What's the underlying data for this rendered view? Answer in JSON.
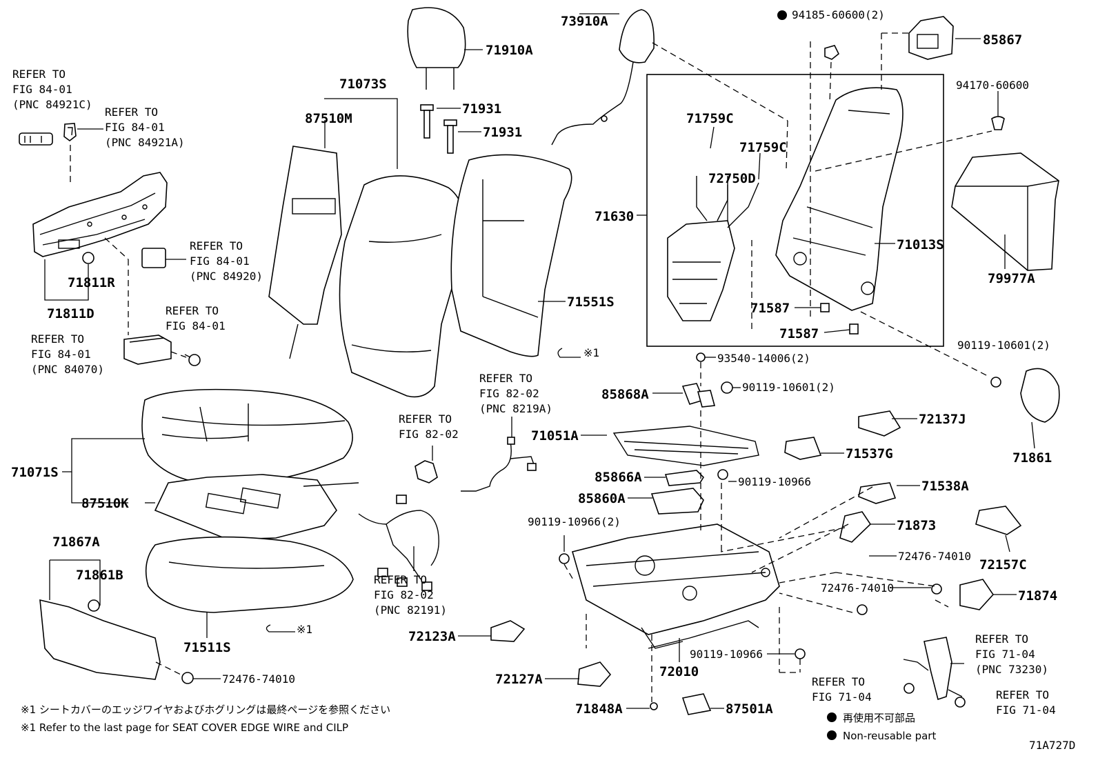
{
  "labels": {
    "refer_8401_84921c": [
      "REFER TO",
      "FIG 84-01",
      "(PNC 84921C)"
    ],
    "refer_8401_84921a": [
      "REFER TO",
      "FIG 84-01",
      "(PNC 84921A)"
    ],
    "refer_8401_84920": [
      "REFER TO",
      "FIG 84-01",
      "(PNC 84920)"
    ],
    "refer_8401_plain": [
      "REFER TO",
      "FIG 84-01"
    ],
    "refer_8401_84070": [
      "REFER TO",
      "FIG 84-01",
      "(PNC 84070)"
    ],
    "refer_8202_plain": [
      "REFER TO",
      "FIG 82-02"
    ],
    "refer_8202_8219a": [
      "REFER TO",
      "FIG 82-02",
      "(PNC 8219A)"
    ],
    "refer_8202_82191": [
      "REFER TO",
      "FIG 82-02",
      "(PNC 82191)"
    ],
    "refer_7104_73230": [
      "REFER TO",
      "FIG 71-04",
      "(PNC 73230)"
    ],
    "refer_7104_a": [
      "REFER TO",
      "FIG 71-04"
    ],
    "refer_7104_b": [
      "REFER TO",
      "FIG 71-04"
    ],
    "p71811R": "71811R",
    "p71811D": "71811D",
    "p71910A": "71910A",
    "p71931a": "71931",
    "p71931b": "71931",
    "p71073S": "71073S",
    "p87510M": "87510M",
    "p73910A": "73910A",
    "p94185": "94185-60600(2)",
    "p85867": "85867",
    "p94170": "94170-60600",
    "p71759C_a": "71759C",
    "p71759C_b": "71759C",
    "p72750D": "72750D",
    "p71630": "71630",
    "p71013S": "71013S",
    "p79977A": "79977A",
    "p71587_a": "71587",
    "p71587_b": "71587",
    "p71551S": "71551S",
    "p90119_2a": "90119-10601(2)",
    "p93540": "93540-14006(2)",
    "p90119_2b": "90119-10601(2)",
    "p85868A": "85868A",
    "p72137J": "72137J",
    "p71051A": "71051A",
    "p71537G": "71537G",
    "p71861": "71861",
    "p85866A": "85866A",
    "p90119_10966a": "90119-10966",
    "p85860A": "85860A",
    "p71538A": "71538A",
    "p71071S": "71071S",
    "p87510K": "87510K",
    "p90119_10966b": "90119-10966(2)",
    "p71873": "71873",
    "p72476_a": "72476-74010",
    "p72157C": "72157C",
    "p71867A": "71867A",
    "p71861B": "71861B",
    "p72476_b": "72476-74010",
    "p71874": "71874",
    "p71511S": "71511S",
    "p72123A": "72123A",
    "p90119_10966c": "90119-10966",
    "p72010": "72010",
    "p72127A": "72127A",
    "p72476_c": "72476-74010",
    "p71848A": "71848A",
    "p87501A": "87501A",
    "note_mark_1": "※1",
    "note_mark_2": "※1"
  },
  "legend": {
    "jp": "再使用不可部品",
    "en": "Non-reusable part"
  },
  "footnotes": {
    "jp": "※1 シートカバーのエッジワイヤおよびホグリングは最終ページを参照ください",
    "en": "※1 Refer to the last page for SEAT COVER EDGE WIRE and CILP"
  },
  "figure_id": "71A727D"
}
